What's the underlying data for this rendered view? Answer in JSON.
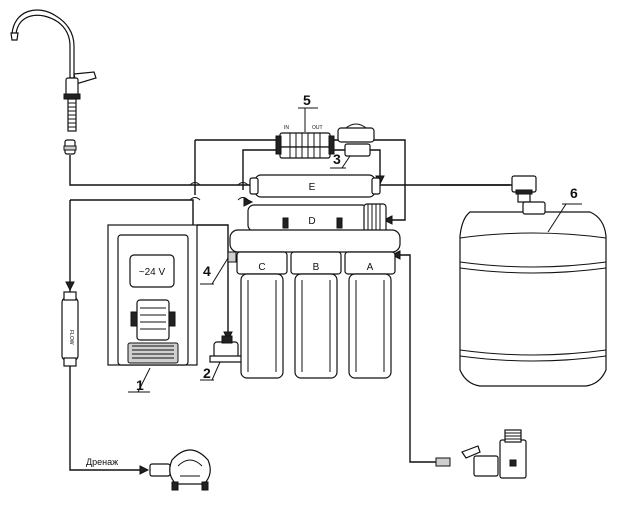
{
  "diagram": {
    "callouts": {
      "pump": "1",
      "drain_clamp": "2",
      "flow_restrictor": "3",
      "feed_valve": "4",
      "membrane_valve": "5",
      "storage_tank": "6"
    },
    "filter_labels": {
      "prefilter_c": "C",
      "prefilter_b": "B",
      "prefilter_a": "A",
      "membrane_d": "D",
      "postfilter_e": "E"
    },
    "valve_ports": {
      "in": "IN",
      "out": "OUT"
    },
    "pump_voltage": "~24 V",
    "drain_label": "Дренаж"
  }
}
